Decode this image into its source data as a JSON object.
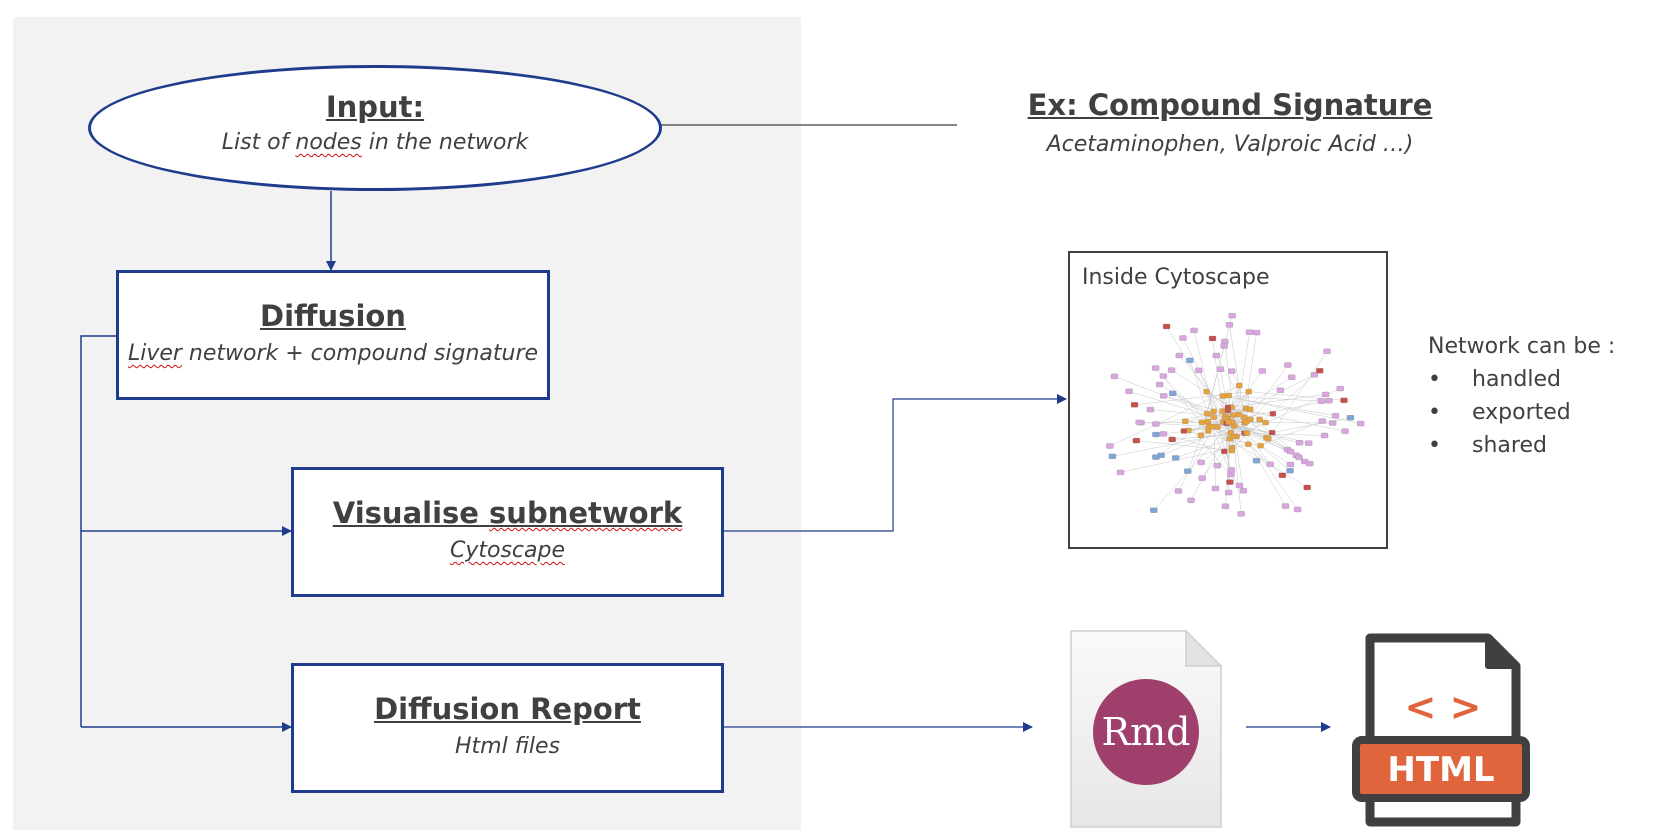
{
  "colors": {
    "node_border": "#1f3c8c",
    "panel_bg": "#f2f2f2",
    "text": "#404040",
    "rmd": "#9e3f6c",
    "html_orange": "#e0643c"
  },
  "input_node": {
    "title": "Input:",
    "sub_pre": "List of ",
    "sub_mark": "nodes",
    "sub_post": " in the network"
  },
  "diffusion_node": {
    "title": "Diffusion",
    "sub_mark": "Liver",
    "sub_post": " network + compound signature"
  },
  "visualise_node": {
    "title_pre": "Visualise ",
    "title_mark": "subnetwork",
    "sub_mark": "Cytoscape"
  },
  "report_node": {
    "title": "Diffusion Report",
    "sub": "Html files"
  },
  "example": {
    "title": "Ex: Compound Signature",
    "sub": "Acetaminophen, Valproic Acid …)"
  },
  "cytoscape_panel": {
    "label": "Inside Cytoscape"
  },
  "network_list": {
    "header": "Network can be :",
    "bullet": "•",
    "items": [
      "handled",
      "exported",
      "shared"
    ]
  },
  "rmd_icon": {
    "label": "Rmd"
  },
  "html_icon": {
    "label": "HTML",
    "glyph": "< >"
  }
}
